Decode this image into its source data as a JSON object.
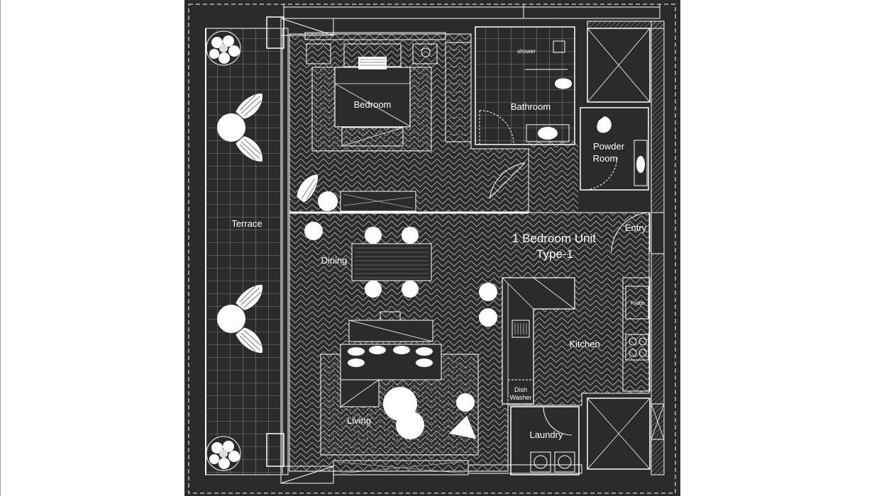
{
  "plan": {
    "unit_title_line1": "1 Bedroom Unit",
    "unit_title_line2": "Type-1",
    "rooms": {
      "bedroom": "Bedroom",
      "bathroom": "Bathroom",
      "shower": "shower",
      "powder_line1": "Powder",
      "powder_line2": "Room",
      "terrace": "Terrace",
      "entry": "Entry",
      "dining": "Dining",
      "kitchen": "Kitchen",
      "fridge": "Fridge",
      "dish_line1": "Dish",
      "dish_line2": "Washer",
      "living": "Living",
      "laundry": "Laundry"
    },
    "colors": {
      "background": "#2b2b2b",
      "line": "#ffffff",
      "page": "#ffffff"
    }
  }
}
